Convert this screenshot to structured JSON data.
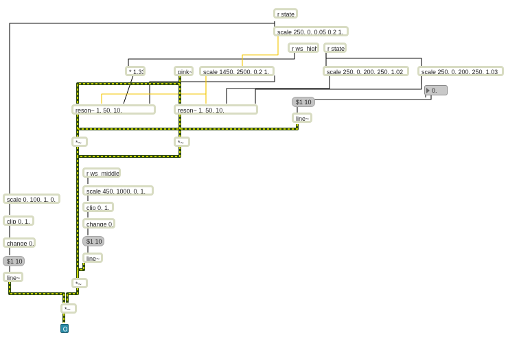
{
  "patch": {
    "objects": {
      "r_state_top": "r state",
      "scale_state_a": "scale 250. 0. 0.05 0.2 1.",
      "r_ws_high": "r ws_high",
      "r_state_b": "r state",
      "mult_133": "* 1.33",
      "pink": "pink~",
      "scale_ws_high": "scale 1450. 2500. 0.2 1.",
      "scale_state_b": "scale 250. 0. 200. 250. 1.02",
      "scale_state_c": "scale 250. 0. 200. 250. 1.03",
      "reson_a": "reson~ 1. 50. 10.",
      "reson_b": "reson~ 1. 50. 10.",
      "line_right": "line~",
      "mult_a": "*~",
      "mult_b": "*~",
      "r_ws_middle": "r ws_middle",
      "scale_ws_middle": "scale 450. 1000. 0. 1.",
      "clip_middle": "clip 0. 1.",
      "change_middle": "change 0.",
      "line_middle": "line~",
      "scale_left": "scale 0. 100. 1. 0.",
      "clip_left": "clip 0. 1.",
      "change_left": "change 0.",
      "line_left": "line~",
      "mult_c": "*~",
      "mult_out": "*~"
    },
    "messages": {
      "msg_right": "$1 10",
      "msg_middle": "$1 10",
      "msg_left": "$1 10"
    },
    "number_box": {
      "value": "0."
    }
  },
  "colors": {
    "box_border": "#d8dcc2",
    "signal_cord_dark": "#2f4a10",
    "signal_cord_light": "#c8d400",
    "control_cord": "#111111",
    "highlight_cord": "#f3c600",
    "dac": "#2a8aa6"
  },
  "icons": {
    "output": "ezdac-speaker-icon"
  }
}
